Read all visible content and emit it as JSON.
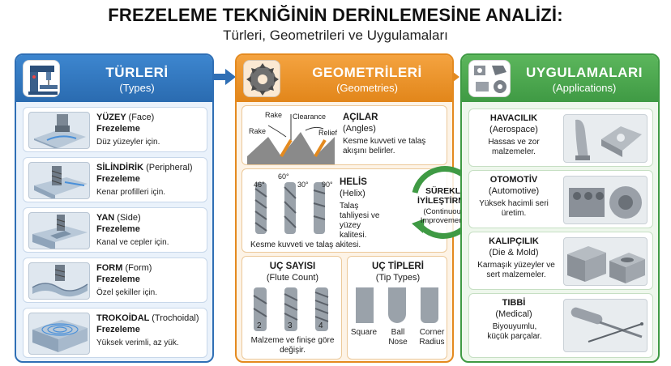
{
  "header": {
    "title": "FREZELEME TEKNİĞİNİN DERİNLEMESİNE ANALİZİ:",
    "subtitle": "Türleri, Geometrileri ve Uygulamaları"
  },
  "colors": {
    "blue": "#2f6fb5",
    "orange": "#e48a1f",
    "green": "#3f9a44"
  },
  "types_panel": {
    "title": "TÜRLERİ",
    "subtitle": "(Types)",
    "icon": "milling-machine-icon",
    "items": [
      {
        "name": "YÜZEY",
        "en": "(Face)",
        "word": "Frezeleme",
        "desc": "Düz yüzeyler için."
      },
      {
        "name": "SİLİNDİRİK",
        "en": "(Peripheral)",
        "word": "Frezeleme",
        "desc": "Kenar profilleri için."
      },
      {
        "name": "YAN",
        "en": "(Side)",
        "word": "Frezeleme",
        "desc": "Kanal ve cepler için."
      },
      {
        "name": "FORM",
        "en": "(Form)",
        "word": "Frezeleme",
        "desc": "Özel şekiller için."
      },
      {
        "name": "TROKOİDAL",
        "en": "(Trochoidal)",
        "word": "Frezeleme",
        "desc": "Yüksek verimli, az yük."
      }
    ]
  },
  "geometry_panel": {
    "title": "GEOMETRİLERİ",
    "subtitle": "(Geometries)",
    "icon": "milling-cutter-icon",
    "angles": {
      "title": "AÇILAR",
      "subtitle": "(Angles)",
      "desc": "Kesme kuvveti ve talaş akışını belirler.",
      "labels": [
        "Rake",
        "Clearance",
        "Rake",
        "Relief"
      ]
    },
    "helix": {
      "title": "HELİS",
      "subtitle": "(Helix)",
      "desc": "Talaş tahliyesi ve yüzey kalitesi.",
      "angles": [
        "46°",
        "60°",
        "30°",
        "90°"
      ],
      "footer": "Kesme kuvveti ve talaş akitesi."
    },
    "flutes": {
      "title": "UÇ SAYISI",
      "subtitle": "(Flute Count)",
      "counts": [
        "2",
        "3",
        "4"
      ],
      "desc": "Malzeme ve finişe göre değişir."
    },
    "tips": {
      "title": "UÇ TİPLERİ",
      "subtitle": "(Tip Types)",
      "names": [
        "Square",
        "Ball Nose",
        "Corner Radius"
      ]
    }
  },
  "cycle": {
    "title1": "SÜREKLİ",
    "title2": "İYİLEŞTİRME",
    "sub1": "(Continuous",
    "sub2": "Improvement)"
  },
  "applications_panel": {
    "title": "UYGULAMALARI",
    "subtitle": "(Applications)",
    "icon": "machined-parts-icon",
    "items": [
      {
        "name": "HAVACILIK",
        "en": "(Aerospace)",
        "desc": "Hassas ve zor malzemeler."
      },
      {
        "name": "OTOMOTİV",
        "en": "(Automotive)",
        "desc": "Yüksek hacimli seri üretim."
      },
      {
        "name": "KALIPÇILIK",
        "en": "(Die & Mold)",
        "desc": "Karmaşık yüzeyler ve sert malzemeler."
      },
      {
        "name": "TIBBİ",
        "en": "(Medical)",
        "desc": "Biyouyumlu, küçük parçalar."
      }
    ]
  }
}
